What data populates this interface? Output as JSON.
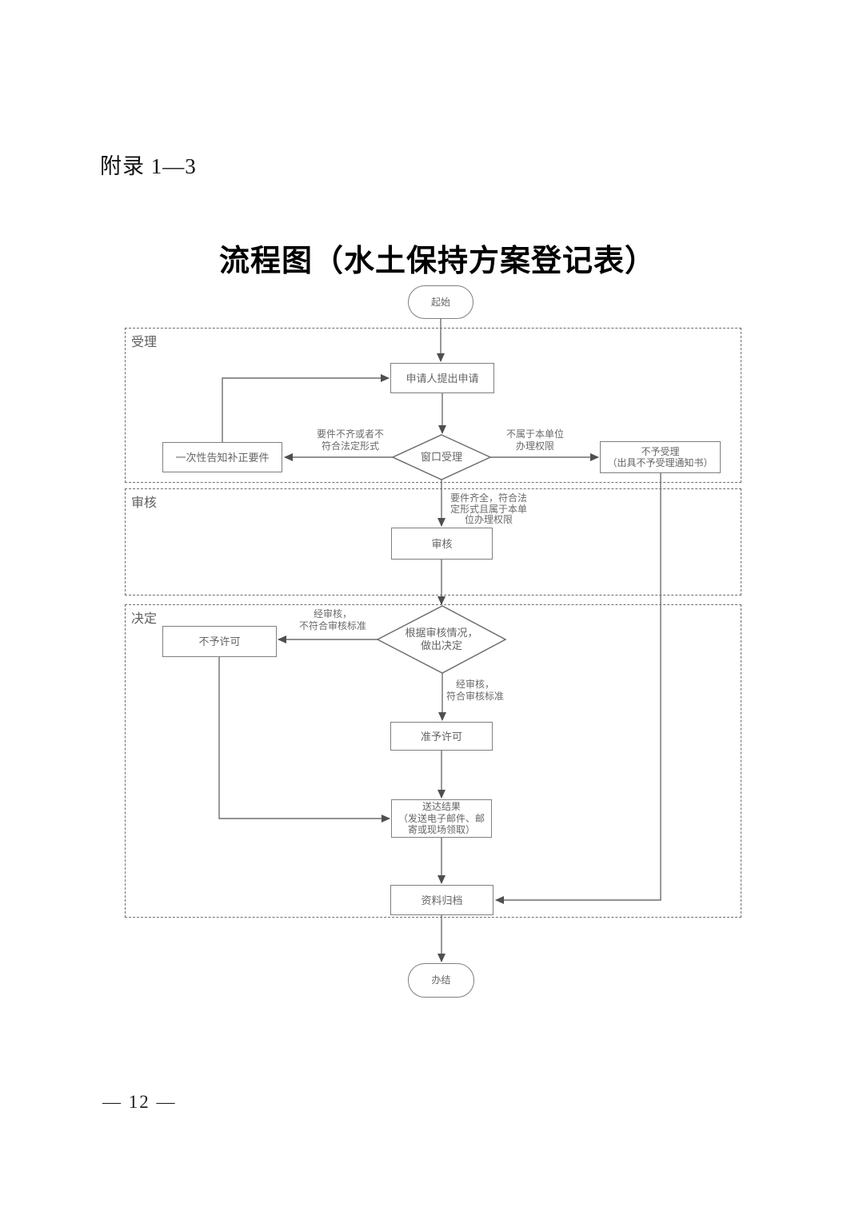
{
  "document": {
    "appendix_label": "附录 1—3",
    "title": "流程图（水土保持方案登记表）",
    "page_number": "— 12 —"
  },
  "colors": {
    "line": "#6f6f6f",
    "arrow": "#4f4f4f",
    "node_text": "#656565"
  },
  "flowchart": {
    "terminals": {
      "start": "起始",
      "end": "办结"
    },
    "sections": {
      "accept": "受理",
      "review": "审核",
      "decide": "决定"
    },
    "nodes": {
      "apply": "申请人提出申请",
      "window_accept": "窗口受理",
      "notify_correction": "一次性告知补正要件",
      "reject_accept": "不予受理\n（出具不予受理通知书）",
      "review": "审核",
      "decision": "根据审核情况，\n做出决定",
      "deny_permit": "不予许可",
      "grant_permit": "准予许可",
      "deliver_result": "送达结果\n（发送电子邮件、邮\n寄或现场领取）",
      "archive": "资料归档"
    },
    "edge_labels": {
      "incomplete": "要件不齐或者不\n符合法定形式",
      "not_authority": "不属于本单位\n办理权限",
      "complete": "要件齐全，符合法\n定形式且属于本单\n位办理权限",
      "review_fail": "经审核，\n不符合审核标准",
      "review_pass": "经审核，\n符合审核标准"
    }
  }
}
